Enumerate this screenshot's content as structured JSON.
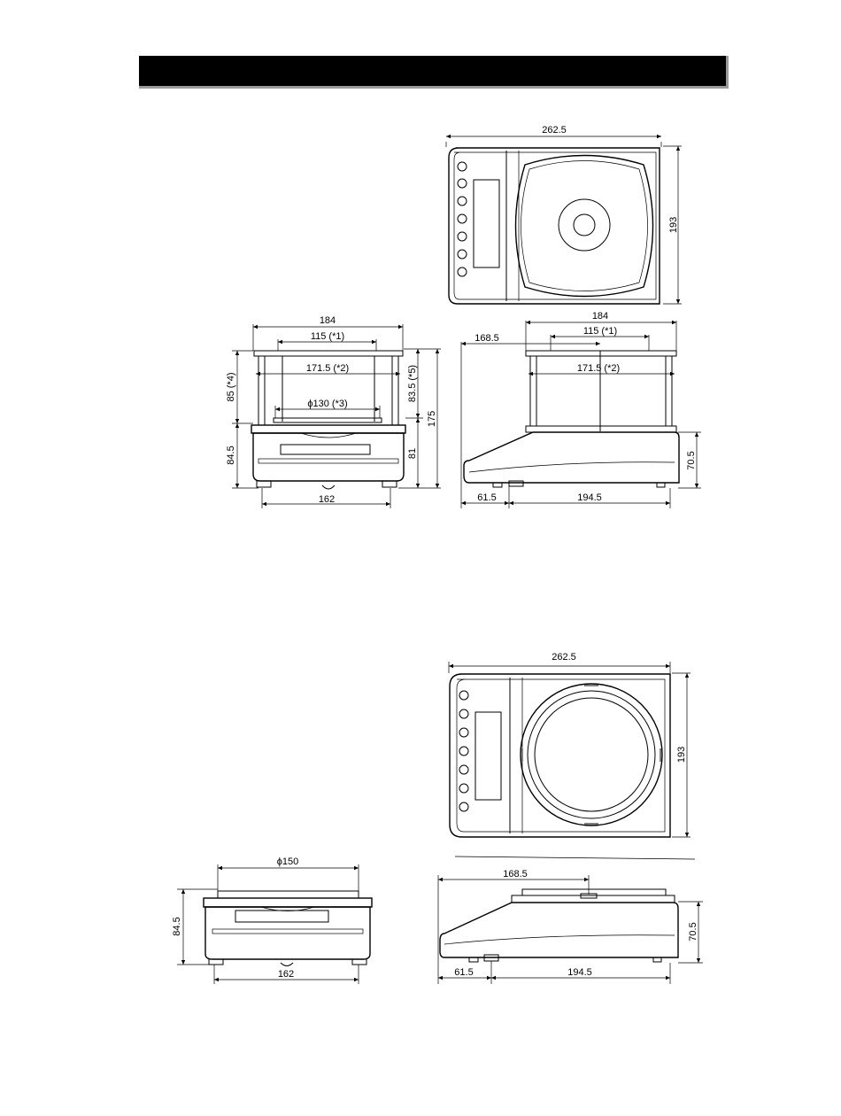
{
  "header": {
    "title": ""
  },
  "diagram1": {
    "top": {
      "width": "262.5",
      "depth": "193"
    },
    "front": {
      "width": "184",
      "inner_top": "115 (*1)",
      "inner_mid": "171.5 (*2)",
      "pan": "ϕ130  (*3)",
      "breeze_h": "85  (*4)",
      "body_h": "84.5",
      "right_h1": "83.5  (*5)",
      "right_h2": "81",
      "total_h": "175",
      "feet": "162"
    },
    "side": {
      "width": "184",
      "inner_top": "115 (*1)",
      "inner_mid": "171.5 (*2)",
      "offset": "168.5",
      "height": "70.5",
      "front": "61.5",
      "rear": "194.5"
    }
  },
  "diagram2": {
    "top": {
      "width": "262.5",
      "depth": "193"
    },
    "front": {
      "pan": "ϕ150",
      "height": "84.5",
      "feet": "162"
    },
    "side": {
      "offset": "168.5",
      "height": "70.5",
      "front": "61.5",
      "rear": "194.5"
    }
  }
}
